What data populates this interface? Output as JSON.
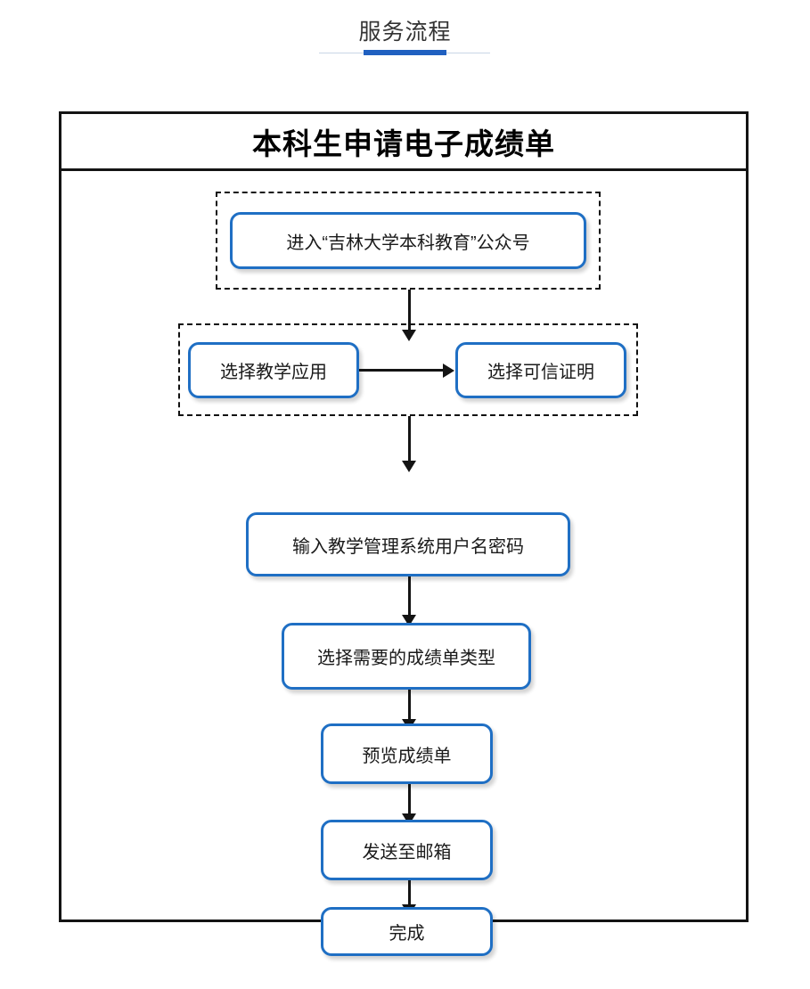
{
  "header": {
    "title": "服务流程",
    "accent_color": "#2060c0",
    "rule_color": "#c9d6e6"
  },
  "card": {
    "title": "本科生申请电子成绩单",
    "border_color": "#141414",
    "node_border_color": "#1f6fc4"
  },
  "flow": {
    "nodes": [
      {
        "id": "enter-wechat",
        "label": "进入“吉林大学本科教育”公众号"
      },
      {
        "id": "teaching-app",
        "label": "选择教学应用"
      },
      {
        "id": "trusted-proof",
        "label": "选择可信证明"
      },
      {
        "id": "login",
        "label": "输入教学管理系统用户名密码"
      },
      {
        "id": "select-type",
        "label": "选择需要的成绩单类型"
      },
      {
        "id": "preview",
        "label": "预览成绩单"
      },
      {
        "id": "send-email",
        "label": "发送至邮箱"
      },
      {
        "id": "done",
        "label": "完成"
      }
    ]
  }
}
